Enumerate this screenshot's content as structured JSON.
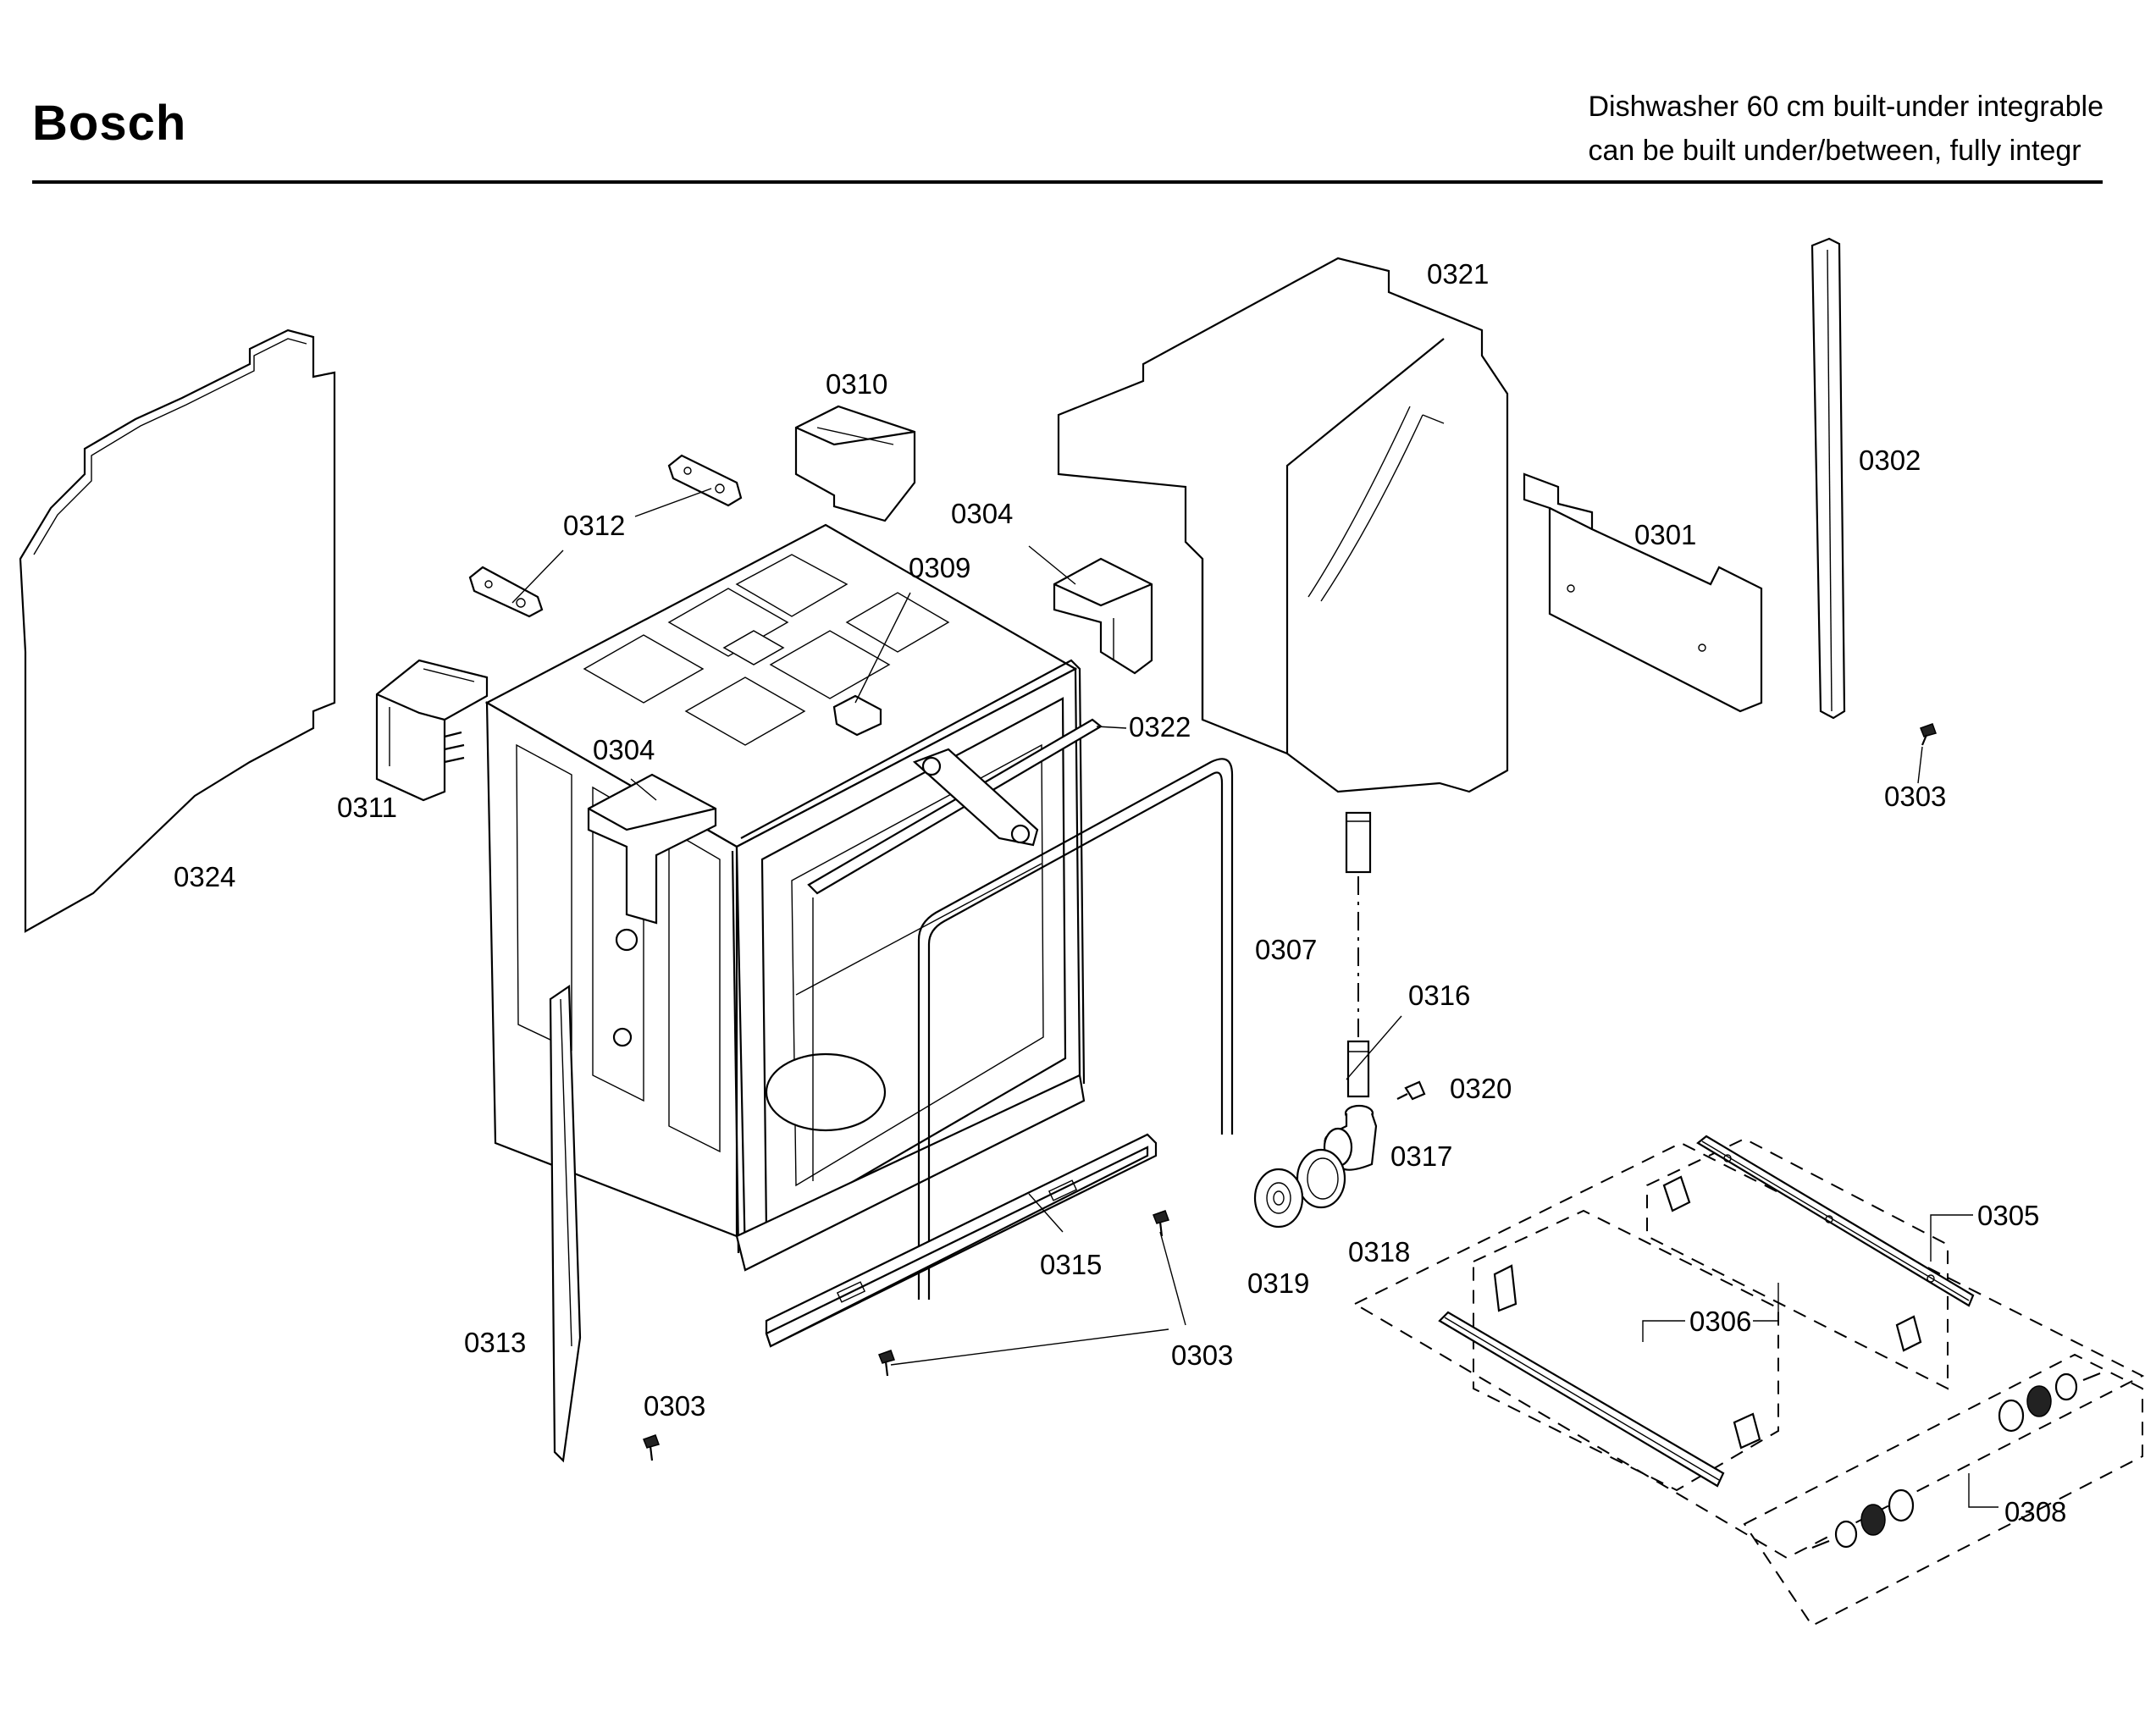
{
  "header": {
    "brand": "Bosch",
    "description_line1": "Dishwasher 60 cm built-under integrable",
    "description_line2": "can be built under/between, fully integr"
  },
  "callouts": {
    "c0321": "0321",
    "c0302": "0302",
    "c0310": "0310",
    "c0304a": "0304",
    "c0301": "0301",
    "c0312": "0312",
    "c0309": "0309",
    "c0322": "0322",
    "c0303a": "0303",
    "c0304b": "0304",
    "c0311": "0311",
    "c0324": "0324",
    "c0307": "0307",
    "c0316": "0316",
    "c0320": "0320",
    "c0317": "0317",
    "c0305": "0305",
    "c0318": "0318",
    "c0315": "0315",
    "c0319": "0319",
    "c0306": "0306",
    "c0313": "0313",
    "c0303b": "0303",
    "c0303c": "0303",
    "c0308": "0308"
  }
}
